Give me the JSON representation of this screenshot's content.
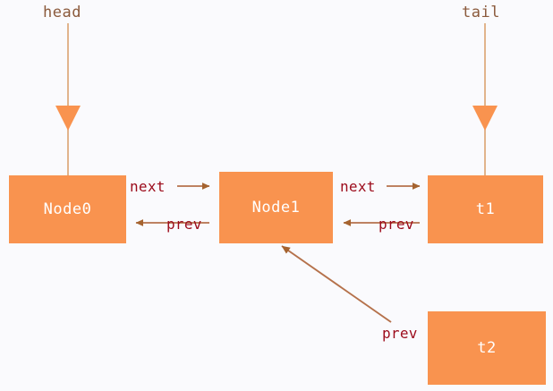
{
  "diagram": {
    "title": "doubly-linked-list-pointer-diagram",
    "background_color": "#fafafd",
    "node_fill_color": "#f9934f",
    "node_text_color": "#ffffff",
    "pointer_label_color": "#8b5a3c",
    "edge_label_color": "#9c0b1b",
    "arrow_color": "#b5714b",
    "arrowhead_color": "#a5632f"
  },
  "pointers": [
    {
      "id": "head",
      "label": "head",
      "target": "Node0"
    },
    {
      "id": "tail",
      "label": "tail",
      "target": "t1"
    }
  ],
  "nodes": [
    {
      "id": "node0",
      "label": "Node0"
    },
    {
      "id": "node1",
      "label": "Node1"
    },
    {
      "id": "t1",
      "label": "t1"
    },
    {
      "id": "t2",
      "label": "t2"
    }
  ],
  "edges": [
    {
      "id": "node0-next",
      "label": "next",
      "from": "Node0",
      "to": "Node1",
      "direction": "right"
    },
    {
      "id": "node1-prev",
      "label": "prev",
      "from": "Node1",
      "to": "Node0",
      "direction": "left"
    },
    {
      "id": "node1-next",
      "label": "next",
      "from": "Node1",
      "to": "t1",
      "direction": "right"
    },
    {
      "id": "t1-prev",
      "label": "prev",
      "from": "t1",
      "to": "Node1",
      "direction": "left"
    },
    {
      "id": "t2-prev",
      "label": "prev",
      "from": "t2",
      "to": "Node1",
      "direction": "diagonal-up-left"
    }
  ]
}
